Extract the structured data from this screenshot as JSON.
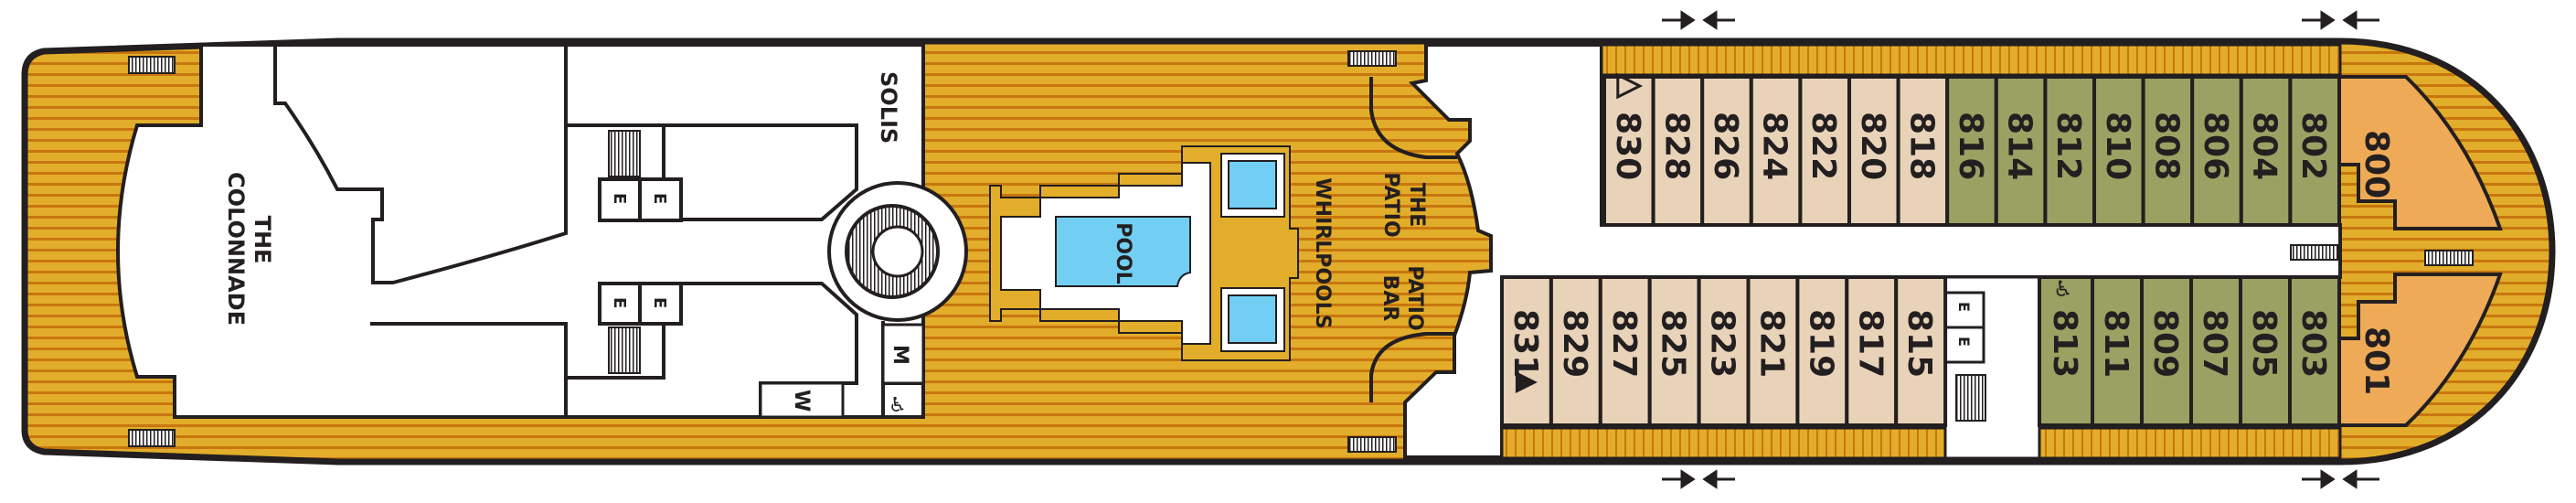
{
  "colors": {
    "wood": "#E2AD2A",
    "wood_stripe": "#C8760F",
    "hull": "#231f20",
    "pool": "#72CFF3",
    "cabin_categories": {
      "beige": "#E8D3B9",
      "green": "#9BA163",
      "orange": "#EFAA57"
    }
  },
  "venues": {
    "colonnade_line1": "THE",
    "colonnade_line2": "COLONNADE",
    "solis": "SOLIS",
    "pool": "POOL",
    "whirlpools": "WHIRLPOOLS",
    "patio_line1": "THE",
    "patio_line2": "PATIO",
    "patio_bar_line1": "PATIO",
    "patio_bar_line2": "BAR"
  },
  "facilities": {
    "elevator": "E",
    "men_restroom": "M",
    "women_restroom": "W",
    "icons": [
      "stairs-icon",
      "spiral-staircase-icon",
      "wheelchair-icon",
      "fire-door-arrows-icon",
      "triangle-outline-icon",
      "triangle-filled-icon"
    ]
  },
  "cabins": {
    "top_row": [
      {
        "number": "830",
        "category": "beige",
        "mark": "triangle-outline"
      },
      {
        "number": "828",
        "category": "beige"
      },
      {
        "number": "826",
        "category": "beige"
      },
      {
        "number": "824",
        "category": "beige"
      },
      {
        "number": "822",
        "category": "beige"
      },
      {
        "number": "820",
        "category": "beige"
      },
      {
        "number": "818",
        "category": "beige"
      },
      {
        "number": "816",
        "category": "green"
      },
      {
        "number": "814",
        "category": "green"
      },
      {
        "number": "812",
        "category": "green"
      },
      {
        "number": "810",
        "category": "green"
      },
      {
        "number": "808",
        "category": "green"
      },
      {
        "number": "806",
        "category": "green"
      },
      {
        "number": "804",
        "category": "green"
      },
      {
        "number": "802",
        "category": "green"
      }
    ],
    "bottom_row": [
      {
        "number": "831",
        "category": "beige",
        "mark": "triangle-filled"
      },
      {
        "number": "829",
        "category": "beige"
      },
      {
        "number": "827",
        "category": "beige"
      },
      {
        "number": "825",
        "category": "beige"
      },
      {
        "number": "823",
        "category": "beige"
      },
      {
        "number": "821",
        "category": "beige"
      },
      {
        "number": "819",
        "category": "beige"
      },
      {
        "number": "817",
        "category": "beige"
      },
      {
        "number": "815",
        "category": "beige"
      },
      {
        "number": "813",
        "category": "green",
        "mark": "wheelchair"
      },
      {
        "number": "811",
        "category": "green"
      },
      {
        "number": "809",
        "category": "green"
      },
      {
        "number": "807",
        "category": "green"
      },
      {
        "number": "805",
        "category": "green"
      },
      {
        "number": "803",
        "category": "green"
      }
    ],
    "suites": [
      {
        "number": "800",
        "category": "orange"
      },
      {
        "number": "801",
        "category": "orange"
      }
    ]
  }
}
